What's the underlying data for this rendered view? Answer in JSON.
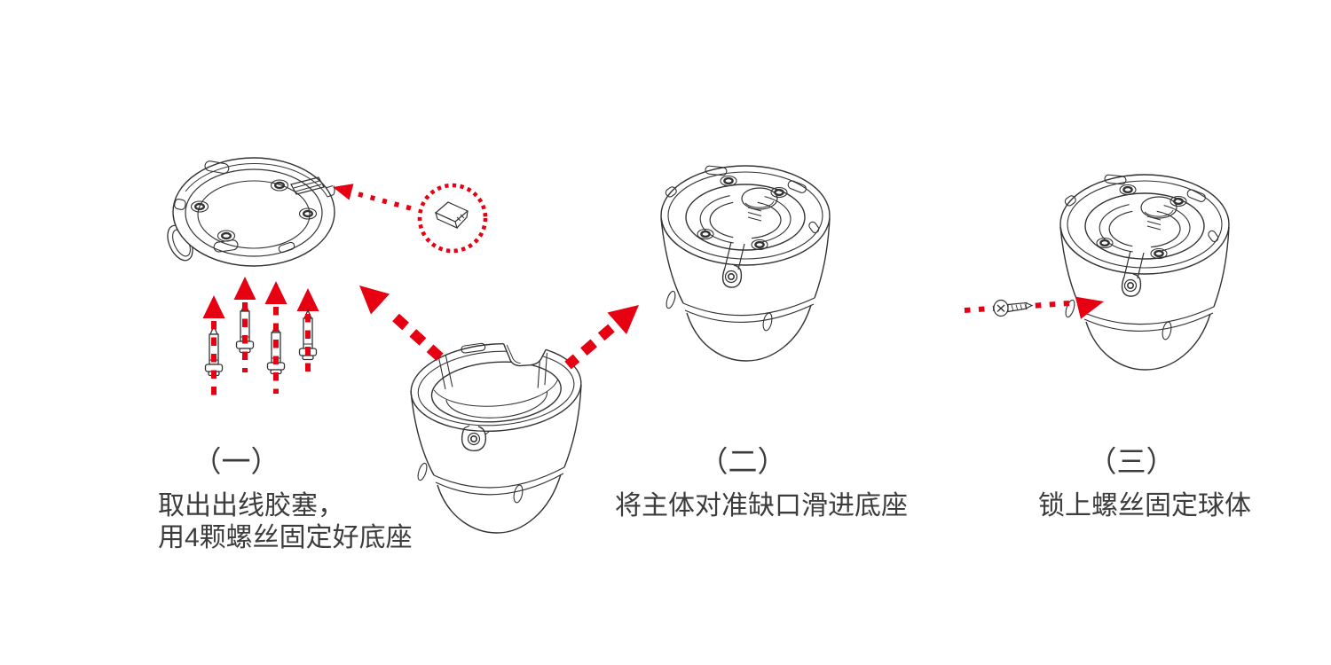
{
  "document_type": "installation-instructions-diagram",
  "colors": {
    "background": "#ffffff",
    "accent_red": "#e60012",
    "line_art": "#333333",
    "text": "#3c3c3c"
  },
  "steps": [
    {
      "number_label": "（一）",
      "caption_lines": [
        "取出出线胶塞，",
        "用4颗螺丝固定好底座"
      ],
      "illustrations": [
        "mounting-base",
        "rubber-plug-in-dotted-circle",
        "four-screws-with-up-arrows"
      ]
    },
    {
      "number_label": "（二）",
      "caption_lines": [
        "将主体对准缺口滑进底座"
      ],
      "illustrations": [
        "camera-main-body",
        "camera-with-base-attached",
        "dashed-slide-arrows"
      ]
    },
    {
      "number_label": "（三）",
      "caption_lines": [
        "锁上螺丝固定球体"
      ],
      "illustrations": [
        "camera-with-base-attached",
        "locking-screw-with-dotted-arrow"
      ]
    }
  ]
}
